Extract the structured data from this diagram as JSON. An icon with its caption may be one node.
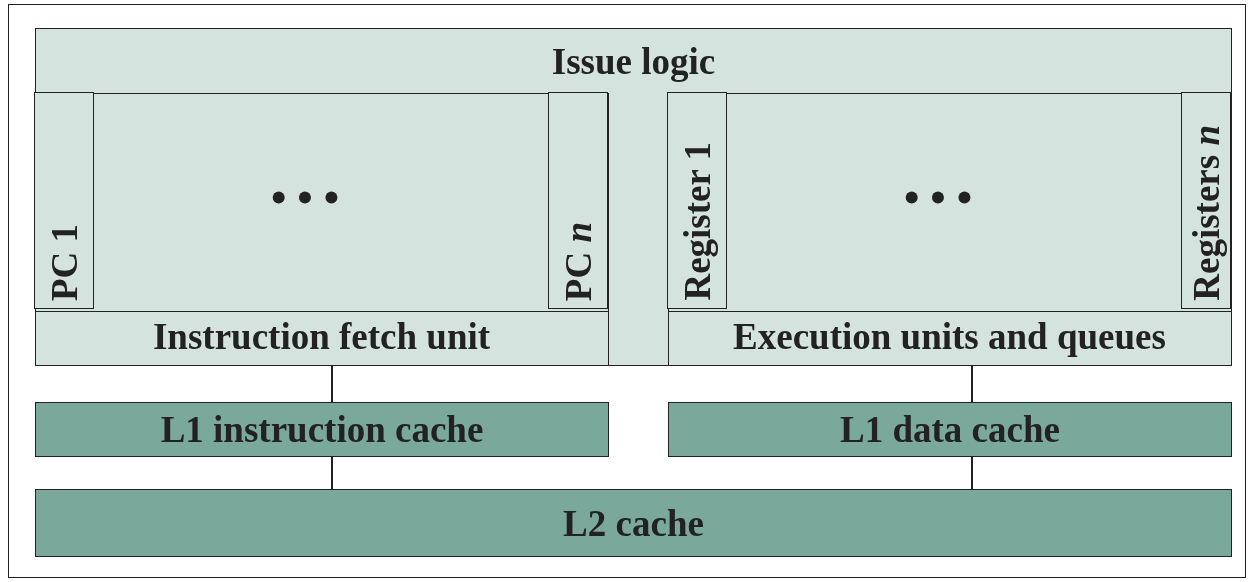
{
  "diagram": {
    "nodes": [
      {
        "text": [
          "Issue logic"
        ]
      },
      {
        "text": [
          "Instruction fetch unit"
        ],
        "in": 0
      },
      {
        "text": [
          "PC 1"
        ],
        "in": 1
      },
      {
        "text": [
          "PC *n*"
        ],
        "in": 1
      },
      {
        "text": [
          "Execution units and queues"
        ],
        "in": 0
      },
      {
        "text": [
          "Register 1"
        ],
        "in": 4
      },
      {
        "text": [
          "Registers *n*"
        ],
        "in": 4
      },
      {
        "text": [
          "L1 instruction cache"
        ]
      },
      {
        "text": [
          "L1 data cache"
        ]
      },
      {
        "text": [
          "L2 cache"
        ]
      }
    ],
    "edges": [
      {
        "from": 1,
        "to": 7,
        "arrow": "none"
      },
      {
        "from": 4,
        "to": 8,
        "arrow": "none"
      },
      {
        "from": 7,
        "to": 9,
        "arrow": "none"
      },
      {
        "from": 8,
        "to": 9,
        "arrow": "none"
      }
    ],
    "labels": [
      "• • •",
      "• • •"
    ]
  }
}
